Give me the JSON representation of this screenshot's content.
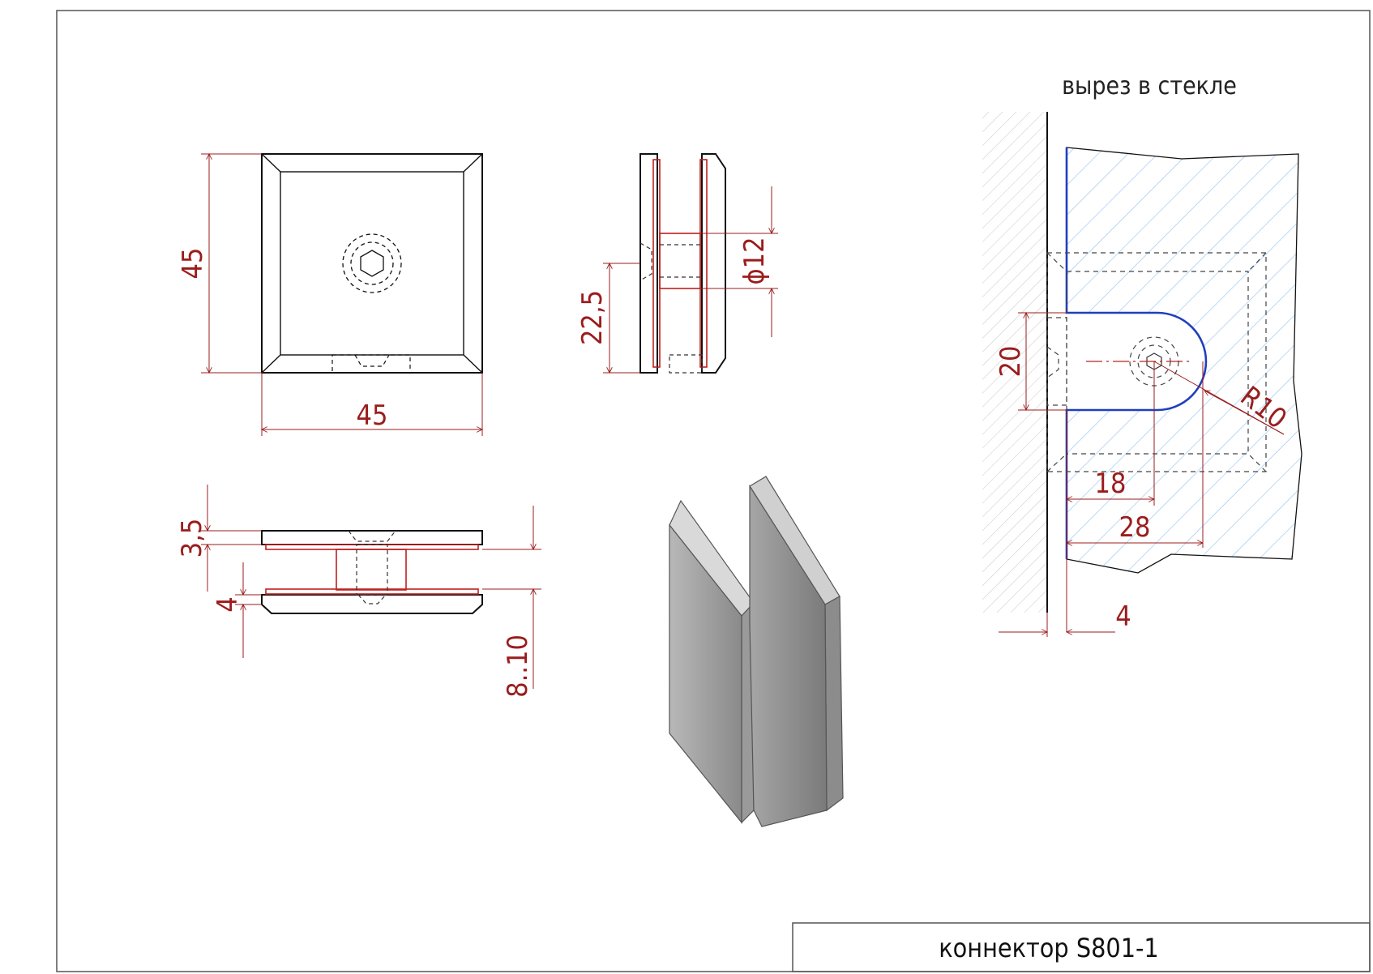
{
  "drawing": {
    "title_block": {
      "title": "коннектор S801-1"
    },
    "cutout_view": {
      "caption": "вырез в стекле"
    },
    "dimensions": {
      "front_height": "45",
      "front_width": "45",
      "side_hole_diameter": "ϕ12",
      "side_offset": "22,5",
      "top_plate_thickness": "3,5",
      "bottom_plate_thickness": "4",
      "glass_range": "8..10",
      "cutout_height": "20",
      "cutout_radius": "R10",
      "cutout_center": "18",
      "cutout_depth": "28",
      "wall_gap": "4"
    },
    "colors": {
      "outline": "#111111",
      "dimension": "#9b1c1c",
      "cutout_edge": "#1f3fbf",
      "glass_hatch": "#7fb3e6",
      "wall_hatch": "#bdbdbd"
    }
  }
}
